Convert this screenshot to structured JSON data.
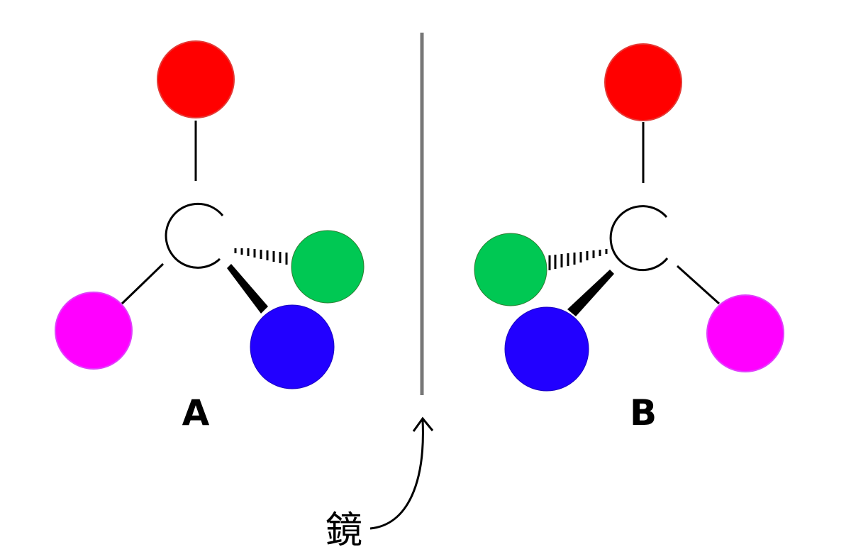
{
  "molecule_a": {
    "label": "A",
    "center_atom": "C"
  },
  "molecule_b": {
    "label": "B",
    "center_atom": "C"
  },
  "mirror": {
    "label": "鏡"
  },
  "colors": {
    "red": "#ff0000",
    "green": "#00c853",
    "blue": "#2200ff",
    "magenta": "#ff00ff",
    "mirror_line": "#777777",
    "bond": "#000000"
  }
}
